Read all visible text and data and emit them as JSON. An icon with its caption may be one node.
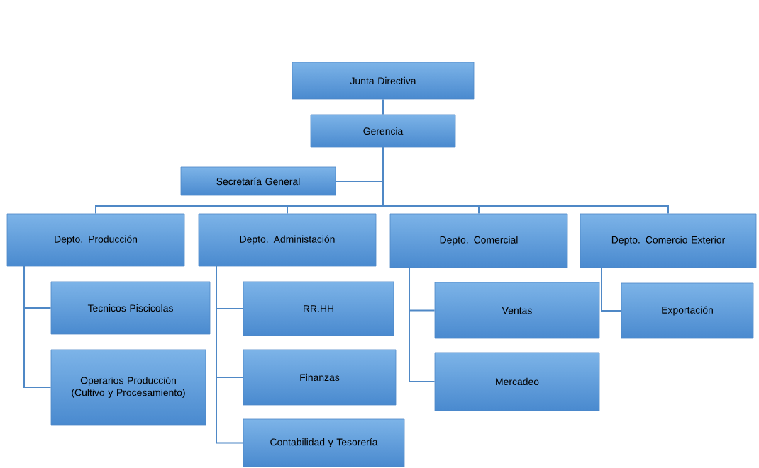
{
  "diagram": {
    "nodes": [
      {
        "text": [
          "Junta Directiva"
        ]
      },
      {
        "text": [
          "Gerencia"
        ]
      },
      {
        "text": [
          "Secretaría General"
        ]
      },
      {
        "text": [
          "Depto. Producción"
        ]
      },
      {
        "text": [
          "Depto. Administación"
        ]
      },
      {
        "text": [
          "Depto. Comercial"
        ]
      },
      {
        "text": [
          "Depto. Comercio Exterior"
        ]
      },
      {
        "text": [
          "Tecnicos Piscicolas"
        ]
      },
      {
        "text": [
          "Operarios Producción (Cultivo y Procesamiento)"
        ]
      },
      {
        "text": [
          "RR.HH"
        ]
      },
      {
        "text": [
          "Finanzas"
        ]
      },
      {
        "text": [
          "Contabilidad y Tesorería"
        ]
      },
      {
        "text": [
          "Ventas"
        ]
      },
      {
        "text": [
          "Mercadeo"
        ]
      },
      {
        "text": [
          "Exportación"
        ]
      }
    ],
    "edges": [
      {
        "from": 0,
        "to": 1,
        "arrow": "none"
      },
      {
        "from": 1,
        "to": 2,
        "arrow": "none"
      },
      {
        "from": 1,
        "to": 3,
        "arrow": "none"
      },
      {
        "from": 1,
        "to": 4,
        "arrow": "none"
      },
      {
        "from": 1,
        "to": 5,
        "arrow": "none"
      },
      {
        "from": 1,
        "to": 6,
        "arrow": "none"
      },
      {
        "from": 3,
        "to": 7,
        "arrow": "none"
      },
      {
        "from": 3,
        "to": 8,
        "arrow": "none"
      },
      {
        "from": 4,
        "to": 9,
        "arrow": "none"
      },
      {
        "from": 4,
        "to": 10,
        "arrow": "none"
      },
      {
        "from": 4,
        "to": 11,
        "arrow": "none"
      },
      {
        "from": 5,
        "to": 12,
        "arrow": "none"
      },
      {
        "from": 5,
        "to": 13,
        "arrow": "none"
      },
      {
        "from": 6,
        "to": 14,
        "arrow": "none"
      }
    ]
  }
}
